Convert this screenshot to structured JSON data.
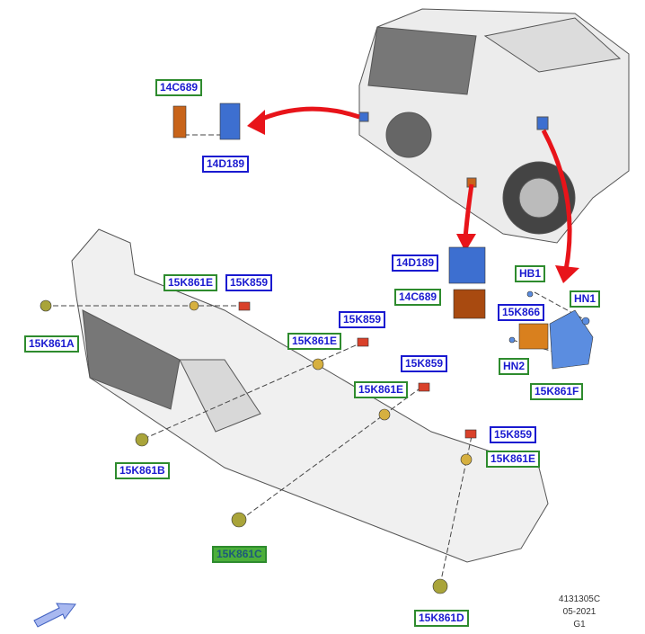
{
  "callouts": [
    {
      "id": "14C689",
      "style": "green"
    },
    {
      "id": "14D189",
      "style": "blue"
    },
    {
      "id": "15K861E",
      "style": "green"
    },
    {
      "id": "15K859",
      "style": "blue"
    },
    {
      "id": "15K861A",
      "style": "green"
    },
    {
      "id": "15K859",
      "style": "blue"
    },
    {
      "id": "15K861E",
      "style": "green"
    },
    {
      "id": "15K859",
      "style": "blue"
    },
    {
      "id": "15K861E",
      "style": "green"
    },
    {
      "id": "15K861B",
      "style": "green"
    },
    {
      "id": "15K861C",
      "style": "highlighted"
    },
    {
      "id": "15K859",
      "style": "blue"
    },
    {
      "id": "15K861E",
      "style": "green"
    },
    {
      "id": "15K861D",
      "style": "green"
    },
    {
      "id": "14D189",
      "style": "blue"
    },
    {
      "id": "14C689",
      "style": "green"
    },
    {
      "id": "HB1",
      "style": "green"
    },
    {
      "id": "HN1",
      "style": "green"
    },
    {
      "id": "15K866",
      "style": "blue"
    },
    {
      "id": "HN2",
      "style": "green"
    },
    {
      "id": "15K861F",
      "style": "green"
    }
  ],
  "footer": {
    "illustration_no": "4131305C",
    "date": "05-2021",
    "code": "G1"
  },
  "colors": {
    "label_text": "#1a1ad0",
    "green_border": "#2e8b2e",
    "blue_border": "#1a1ad0",
    "highlight": "#4caf3a",
    "arrow": "#e8141a"
  }
}
